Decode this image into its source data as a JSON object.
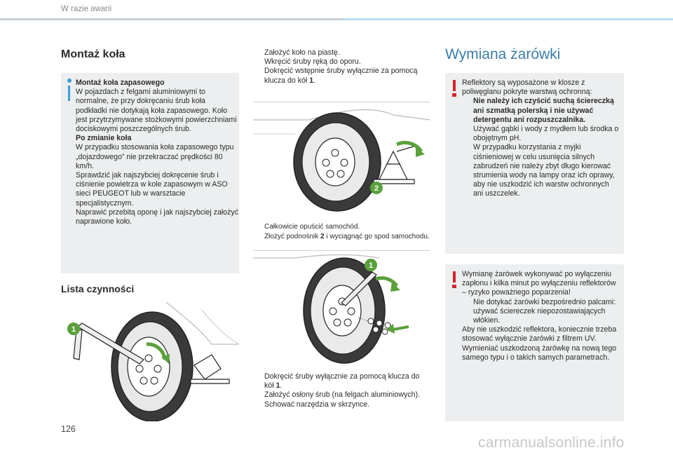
{
  "header": {
    "section": "W razie awarii"
  },
  "left": {
    "title": "Montaż koła",
    "info_title": "Montaż koła zapasowego",
    "info_p1": "W pojazdach z felgami aluminiowymi to normalne, że przy dokręcaniu śrub koła podkładki nie dotykają koła zapasowego. Koło jest przytrzymywane stożkowymi powierzchniami dociskowymi poszczególnych śrub.",
    "info_title2": "Po zmianie koła",
    "info_p2": "W przypadku stosowania koła zapasowego typu „dojazdowego” nie przekraczać prędkości 80 km/h.",
    "info_p3": "Sprawdzić jak najszybciej dokręcenie śrub i ciśnienie powietrza w kole zapasowym w ASO sieci PEUGEOT lub w warsztacie specjalistycznym.",
    "info_p4": "Naprawić przebitą oponę i jak najszybciej założyć naprawione koło.",
    "checklist_title": "Lista czynności",
    "callout_1": "1"
  },
  "middle": {
    "bullet_glyph": "",
    "steps_top": [
      {
        "text": "Założyć koło na piastę."
      },
      {
        "text": "Wkręcić śruby ręką do oporu."
      },
      {
        "pre": "Dokręcić wstępnie śruby wyłącznie za pomocą klucza do kół ",
        "strong": "1",
        "post": "."
      }
    ],
    "callout_2": "2",
    "steps_mid": [
      {
        "text": "Całkowicie opuścić samochód."
      },
      {
        "pre": "Złożyć podnośnik ",
        "strong": "2",
        "post": " i wyciągnąć go spod samochodu."
      }
    ],
    "callout_1": "1",
    "steps_bottom": [
      {
        "pre": "Dokręcić śruby wyłącznie za pomocą klucza do kół ",
        "strong": "1",
        "post": "."
      },
      {
        "text": "Założyć osłony śrub (na felgach aluminiowych)."
      },
      {
        "text": "Schować narzędzia w skrzynce."
      }
    ]
  },
  "right": {
    "title": "Wymiana żarówki",
    "warn1_p": "Reflektory są wyposażone w klosze z poliwęglanu pokryte warstwą ochronną:",
    "warn1_items": [
      "Nie należy ich czyścić suchą ściereczką ani szmatką polerską i nie używać detergentu ani rozpuszczalnika.",
      "Używać gąbki i wody z mydłem lub środka o obojętnym pH.",
      "W przypadku korzystania z myjki ciśnieniowej w celu usunięcia silnych zabrudzeń nie należy zbyt długo kierować strumienia wody na lampy oraz ich oprawy, aby nie uszkodzić ich warstw ochronnych ani uszczelek."
    ],
    "warn2_p1": "Wymianę żarówek wykonywać po wyłączeniu zapłonu i kilka minut po wyłączeniu reflektorów – ryzyko poważnego poparzenia!",
    "warn2_item": "Nie dotykać żarówki bezpośrednio palcami: używać ściereczek niepozostawiających włókien.",
    "warn2_p2": "Aby nie uszkodzić reflektora, koniecznie trzeba stosować wyłącznie żarówki z filtrem UV.",
    "warn2_p3": "Wymieniać uszkodzoną żarówkę na nową tego samego typu i o takich samych parametrach."
  },
  "footer": {
    "page_number": "126",
    "watermark": "carmanualsonline.info"
  },
  "colors": {
    "accent_blue": "#3b7ea8",
    "info_blue": "#3ca0d8",
    "warning_red": "#d3252b",
    "callout_green": "#5aa03c",
    "box_grey": "#eceeef"
  }
}
